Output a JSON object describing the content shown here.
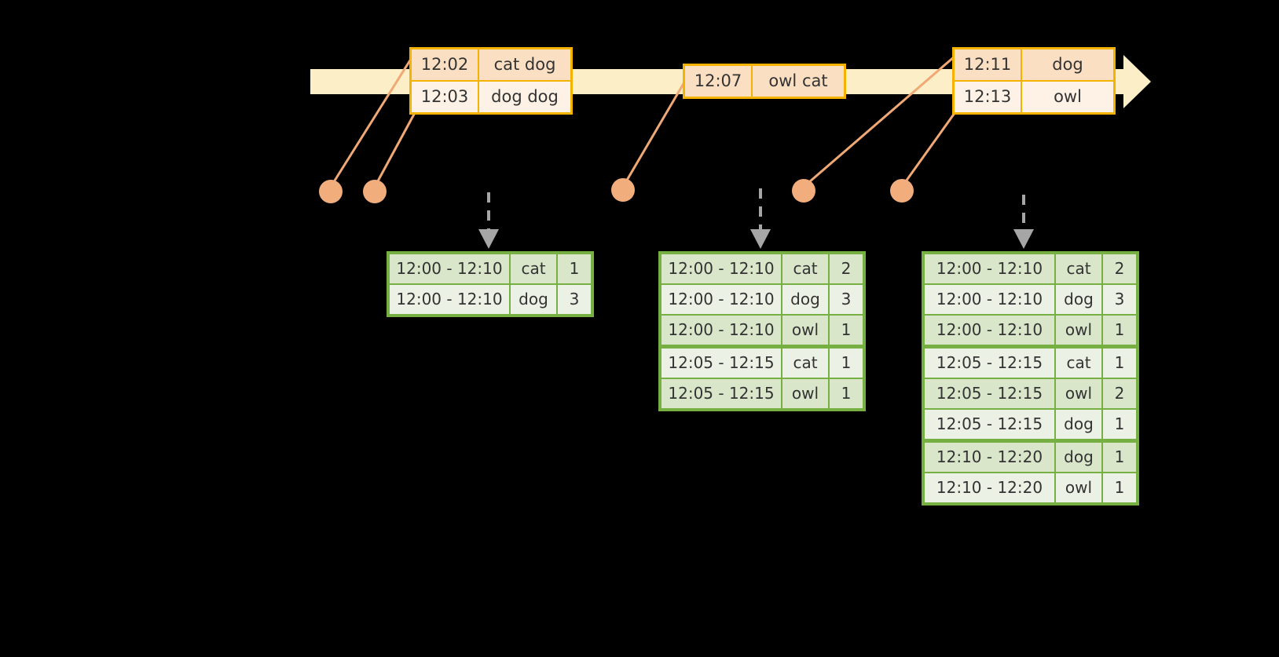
{
  "diagram": {
    "title": "sliding-window-aggregation-timeline",
    "colors": {
      "background": "#000000",
      "timeline_fill": "#FCEFC7",
      "event_border": "#F5B301",
      "event_fill_a": "#FBDFC2",
      "event_fill_b": "#FDF2E5",
      "connector": "#F0A875",
      "dot": "#F2AD7C",
      "table_border": "#76B043",
      "table_fill_a": "#D9E6CA",
      "table_fill_b": "#ECF1E6",
      "arrow": "#A6A6A6",
      "text": "#333333"
    }
  },
  "timeline": {
    "name": "event-time-axis",
    "arrow_direction": "right",
    "events": [
      {
        "id": "event-group-1",
        "rows": [
          {
            "time": "12:02",
            "words": "cat dog"
          },
          {
            "time": "12:03",
            "words": "dog dog"
          }
        ]
      },
      {
        "id": "event-group-2",
        "rows": [
          {
            "time": "12:07",
            "words": "owl cat"
          }
        ]
      },
      {
        "id": "event-group-3",
        "rows": [
          {
            "time": "12:11",
            "words": "dog"
          },
          {
            "time": "12:13",
            "words": "owl"
          }
        ]
      }
    ]
  },
  "markers": {
    "dots": [
      {
        "label": "event-dot-12-02"
      },
      {
        "label": "event-dot-12-03"
      },
      {
        "label": "event-dot-12-07"
      },
      {
        "label": "event-dot-12-11"
      },
      {
        "label": "event-dot-12-13"
      }
    ]
  },
  "results": [
    {
      "id": "result-table-1",
      "rows": [
        {
          "window": "12:00 - 12:10",
          "key": "cat",
          "count": "1",
          "group_end": false
        },
        {
          "window": "12:00 - 12:10",
          "key": "dog",
          "count": "3",
          "group_end": false
        }
      ]
    },
    {
      "id": "result-table-2",
      "rows": [
        {
          "window": "12:00 - 12:10",
          "key": "cat",
          "count": "2",
          "group_end": false
        },
        {
          "window": "12:00 - 12:10",
          "key": "dog",
          "count": "3",
          "group_end": false
        },
        {
          "window": "12:00 - 12:10",
          "key": "owl",
          "count": "1",
          "group_end": true
        },
        {
          "window": "12:05 - 12:15",
          "key": "cat",
          "count": "1",
          "group_end": false
        },
        {
          "window": "12:05 - 12:15",
          "key": "owl",
          "count": "1",
          "group_end": false
        }
      ]
    },
    {
      "id": "result-table-3",
      "rows": [
        {
          "window": "12:00 - 12:10",
          "key": "cat",
          "count": "2",
          "group_end": false
        },
        {
          "window": "12:00 - 12:10",
          "key": "dog",
          "count": "3",
          "group_end": false
        },
        {
          "window": "12:00 - 12:10",
          "key": "owl",
          "count": "1",
          "group_end": true
        },
        {
          "window": "12:05 - 12:15",
          "key": "cat",
          "count": "1",
          "group_end": false
        },
        {
          "window": "12:05 - 12:15",
          "key": "owl",
          "count": "2",
          "group_end": false
        },
        {
          "window": "12:05 - 12:15",
          "key": "dog",
          "count": "1",
          "group_end": true
        },
        {
          "window": "12:10 - 12:20",
          "key": "dog",
          "count": "1",
          "group_end": false
        },
        {
          "window": "12:10 - 12:20",
          "key": "owl",
          "count": "1",
          "group_end": false
        }
      ]
    }
  ]
}
